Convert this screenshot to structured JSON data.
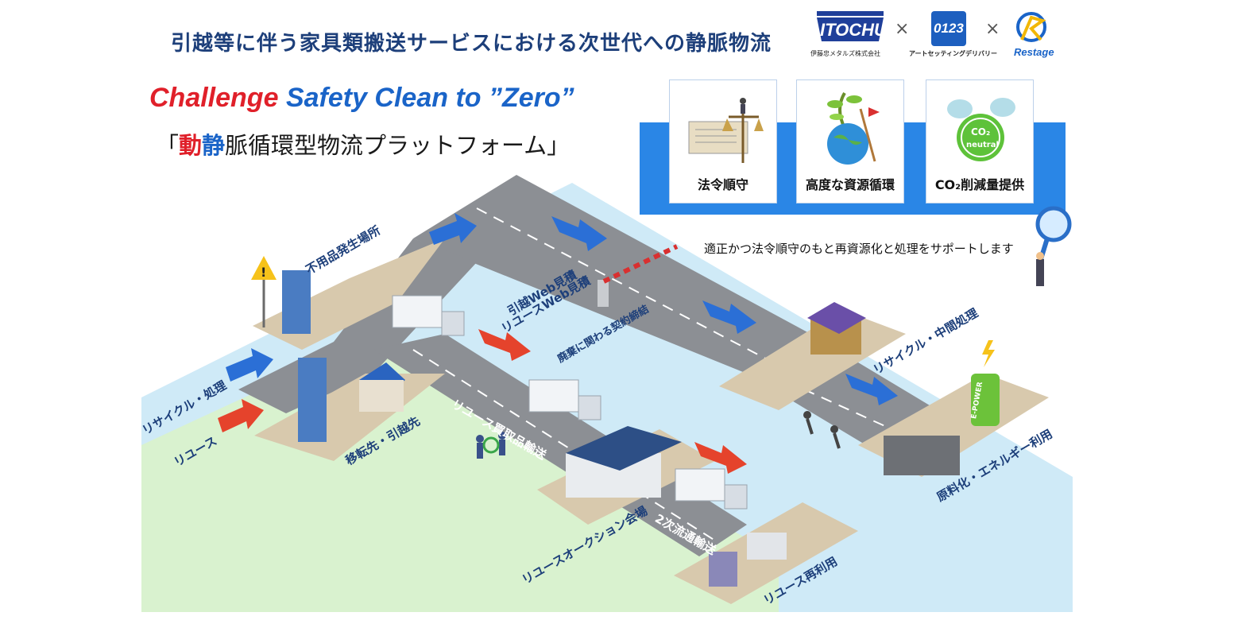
{
  "header": {
    "title": "引越等に伴う家具類搬送サービスにおける次世代への静脈物流",
    "slogan_part1": "Challenge",
    "slogan_part2": "Safety Clean to ”Zero”",
    "platform_open": "「",
    "platform_red": "動",
    "platform_blue": "静",
    "platform_rest": "脈循環型物流プラットフォーム」"
  },
  "logos": {
    "itochu_mark": "ITOCHU",
    "itochu_sub": "伊藤忠メタルズ株式会社",
    "times1": "×",
    "art_mark": "0123",
    "art_sub": "アートセッティングデリバリー",
    "times2": "×",
    "restage_mark": "Restage"
  },
  "cards": [
    {
      "label": "法令順守"
    },
    {
      "label": "高度な資源循環"
    },
    {
      "label": "CO₂削減量提供"
    }
  ],
  "note": "適正かつ法令順守のもと再資源化と処理をサポートします",
  "labels": {
    "unneeded": "不用品発生場所",
    "web1": "引越Web見積",
    "web2": "リユースWeb見積",
    "contract": "廃棄に関わる契約締結",
    "recycle_mid": "リサイクル・中間処理",
    "raw": "原料化・エネルギー利用",
    "recycle_proc": "リサイクル・処理",
    "reuse": "リユース",
    "move": "移転先・引越先",
    "reuse_buy": "リユース買取品輸送",
    "auction": "リユースオークション会場",
    "secondary": "2次流通輸送",
    "reuse_again": "リユース再利用",
    "battery": "E-POWER",
    "co2": "CO₂",
    "neutral": "neutral"
  },
  "colors": {
    "blue_arrow": "#2b6fd6",
    "red_arrow": "#e5432c",
    "water": "#cfeaf7",
    "grass": "#d9f2cf",
    "road": "#8c8f94",
    "pad": "#d8c9ad",
    "card_band": "#2a86e6"
  }
}
